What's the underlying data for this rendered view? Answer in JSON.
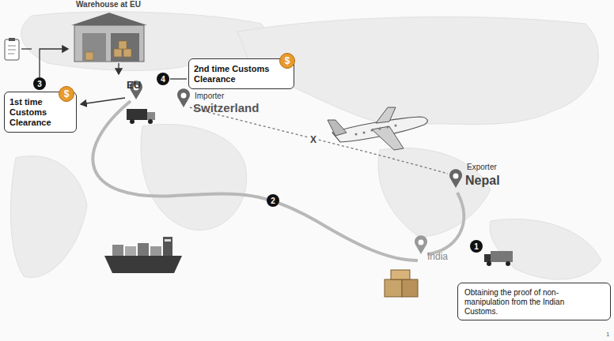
{
  "diagram": {
    "nodes": [
      {
        "text": [
          "1st time Customs Clearance"
        ]
      },
      {
        "text": [
          "$"
        ],
        "in": 0
      },
      {
        "text": [
          "2nd time Customs Clearance"
        ]
      },
      {
        "text": [
          "$"
        ],
        "in": 2
      },
      {
        "text": [
          "Obtaining the proof of non-manipulation from the Indian Customs."
        ]
      }
    ],
    "labels": [
      "Warehouse at EU",
      "3",
      "EU",
      "4",
      "Importer",
      "Switzerland",
      "X",
      "Exporter",
      "Nepal",
      "1",
      "2",
      "India",
      "1"
    ]
  }
}
